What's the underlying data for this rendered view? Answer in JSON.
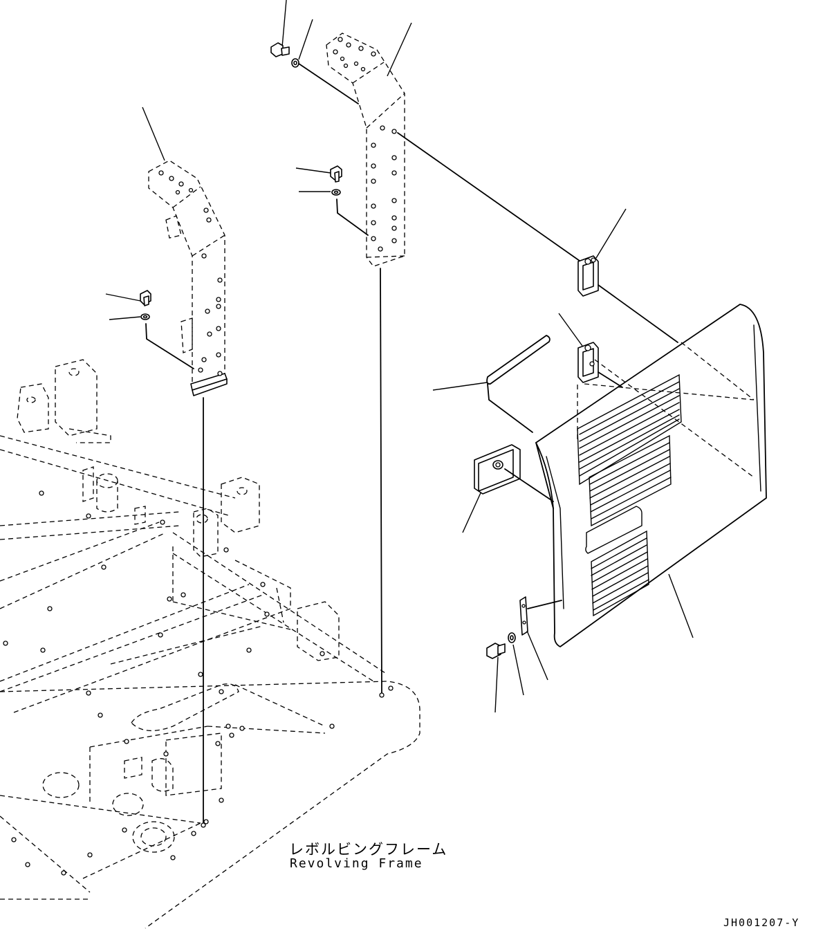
{
  "labels": {
    "frame_name_jp": "レボルビングフレーム",
    "frame_name_en": "Revolving Frame",
    "drawing_code": "JH001207-Y"
  }
}
